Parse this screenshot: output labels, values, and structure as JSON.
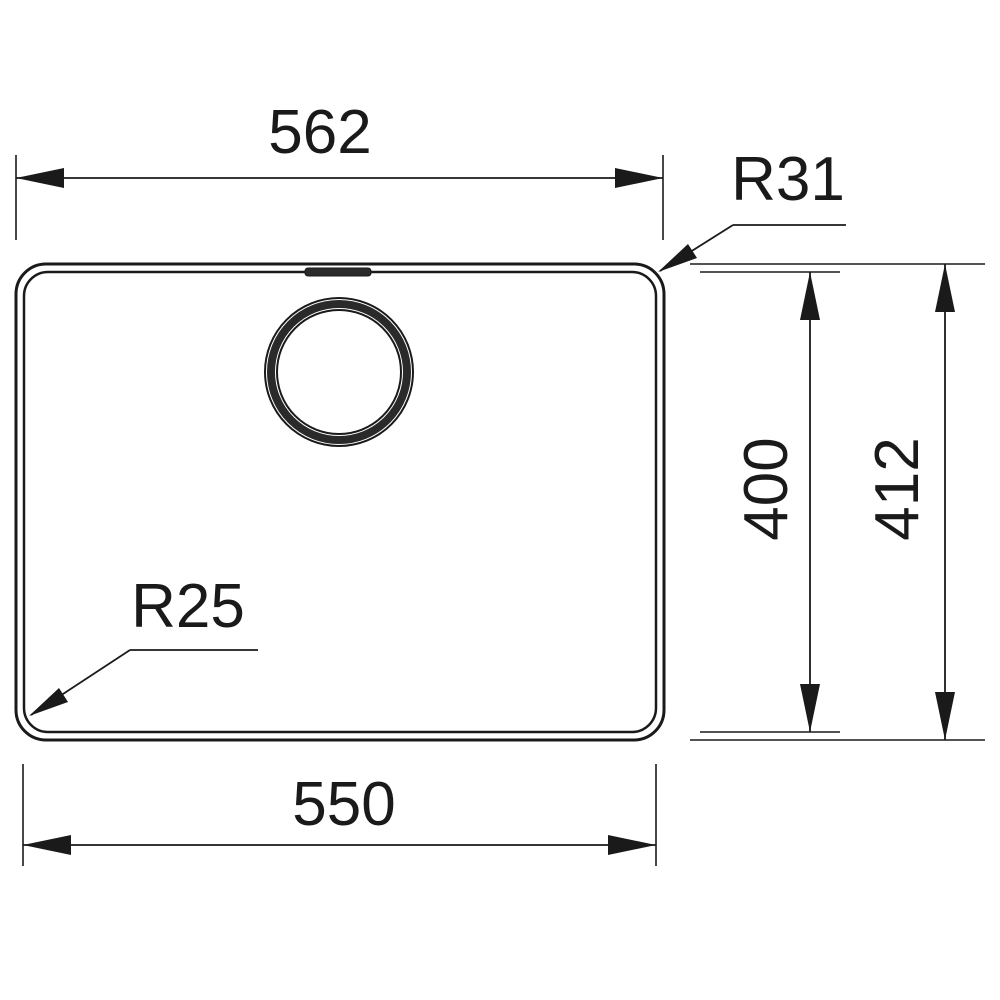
{
  "dimensions": {
    "outer_width": "562",
    "inner_width": "550",
    "inner_height": "400",
    "outer_height": "412",
    "outer_radius": "R31",
    "inner_radius": "R25"
  },
  "colors": {
    "line": "#1a1a1a",
    "background": "#ffffff"
  }
}
